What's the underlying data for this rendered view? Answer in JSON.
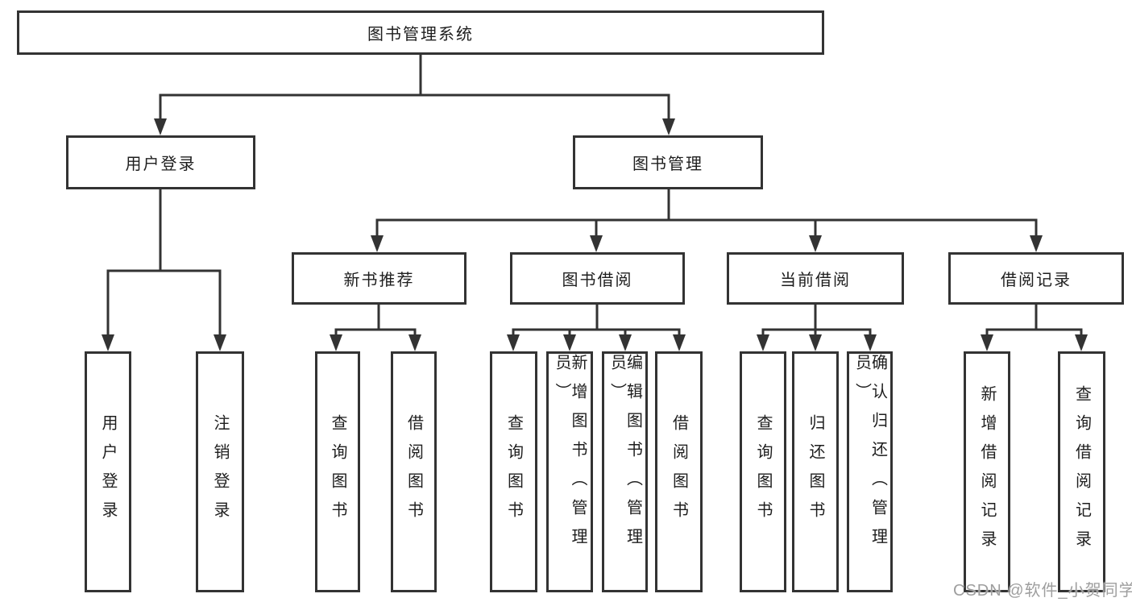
{
  "diagram": {
    "root": {
      "label": "图书管理系统"
    },
    "level2": [
      {
        "label": "用户登录"
      },
      {
        "label": "图书管理"
      }
    ],
    "level3": [
      {
        "label": "新书推荐",
        "parent": "图书管理"
      },
      {
        "label": "图书借阅",
        "parent": "图书管理"
      },
      {
        "label": "当前借阅",
        "parent": "图书管理"
      },
      {
        "label": "借阅记录",
        "parent": "图书管理"
      }
    ],
    "leaves": [
      {
        "label": "用户登录",
        "parent": "用户登录"
      },
      {
        "label": "注销登录",
        "parent": "用户登录"
      },
      {
        "label": "查询图书",
        "parent": "新书推荐"
      },
      {
        "label": "借阅图书",
        "parent": "新书推荐"
      },
      {
        "label": "查询图书",
        "parent": "图书借阅"
      },
      {
        "label": "新增图书（管理员）",
        "parent": "图书借阅"
      },
      {
        "label": "编辑图书（管理员）",
        "parent": "图书借阅"
      },
      {
        "label": "借阅图书",
        "parent": "图书借阅"
      },
      {
        "label": "查询图书",
        "parent": "当前借阅"
      },
      {
        "label": "归还图书",
        "parent": "当前借阅"
      },
      {
        "label": "确认归还（管理员）",
        "parent": "当前借阅"
      },
      {
        "label": "新增借阅记录",
        "parent": "借阅记录"
      },
      {
        "label": "查询借阅记录",
        "parent": "借阅记录"
      }
    ]
  },
  "watermark": {
    "text": "CSDN @软件_小贺同学"
  },
  "colors": {
    "line": "#333333",
    "text": "#1e1e1e",
    "watermark": "#9e9e9e",
    "background": "#ffffff"
  }
}
